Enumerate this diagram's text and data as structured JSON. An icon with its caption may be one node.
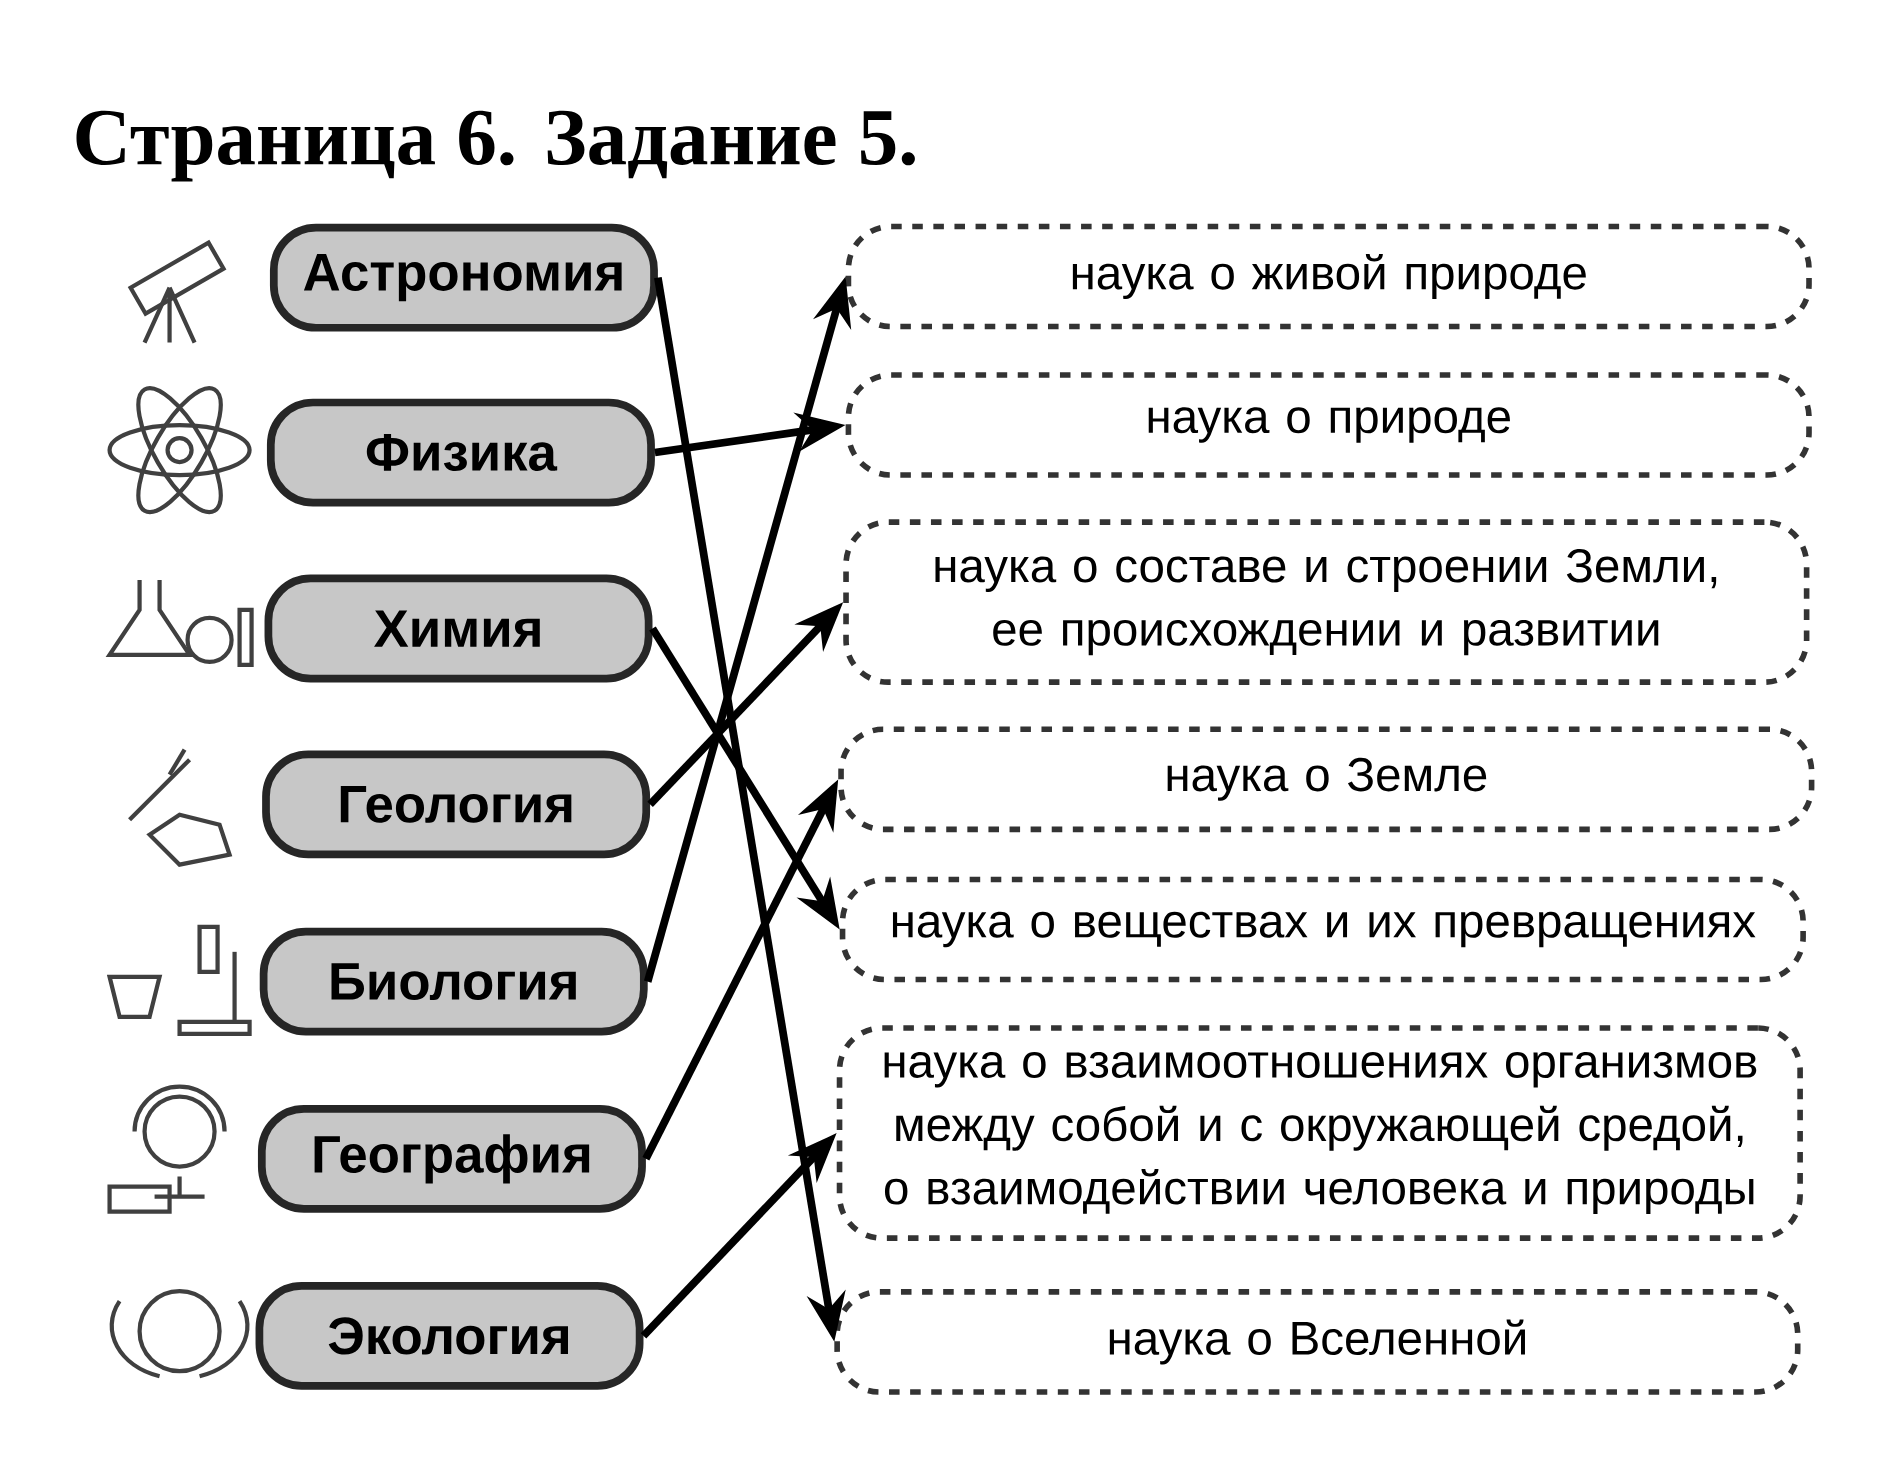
{
  "diagram": {
    "title": "Страница 6. Задание 5.",
    "nodes": [
      {
        "text": [
          "Астрономия"
        ]
      },
      {
        "text": [
          "Физика"
        ]
      },
      {
        "text": [
          "Химия"
        ]
      },
      {
        "text": [
          "Геология"
        ]
      },
      {
        "text": [
          "Биология"
        ]
      },
      {
        "text": [
          "География"
        ]
      },
      {
        "text": [
          "Экология"
        ]
      },
      {
        "text": [
          "наука о живой природе"
        ]
      },
      {
        "text": [
          "наука о природе"
        ]
      },
      {
        "text": [
          "наука о составе и строении Земли, ее происхождении и развитии"
        ]
      },
      {
        "text": [
          "наука о Земле"
        ]
      },
      {
        "text": [
          "наука о веществах и их превращениях"
        ]
      },
      {
        "text": [
          "наука о взаимоотношениях организмов между собой и с окружающей средой, о взаимодействии человека и природы"
        ]
      },
      {
        "text": [
          "наука о Вселенной"
        ]
      }
    ],
    "edges": [
      {
        "from": 0,
        "to": 13,
        "arrow": "to"
      },
      {
        "from": 1,
        "to": 8,
        "arrow": "to"
      },
      {
        "from": 2,
        "to": 11,
        "arrow": "to"
      },
      {
        "from": 3,
        "to": 9,
        "arrow": "to"
      },
      {
        "from": 4,
        "to": 7,
        "arrow": "to"
      },
      {
        "from": 5,
        "to": 10,
        "arrow": "to"
      },
      {
        "from": 6,
        "to": 12,
        "arrow": "to"
      }
    ]
  }
}
